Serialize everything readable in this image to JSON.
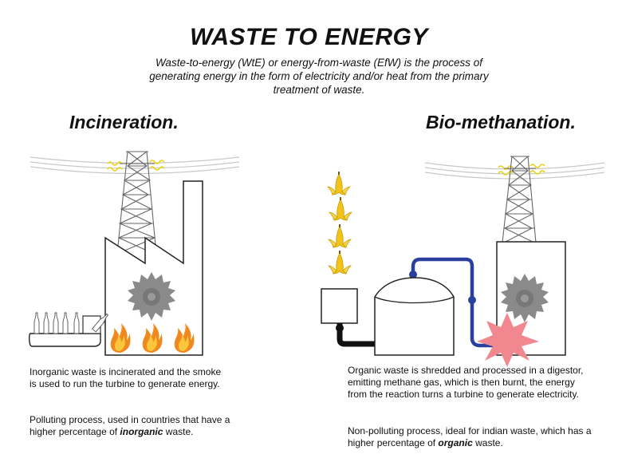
{
  "title": "WASTE TO ENERGY",
  "subtitle": "Waste-to-energy (WtE) or energy-from-waste (EfW) is the process of generating energy in  the form of electricity and/or heat from the primary treatment of waste.",
  "incineration": {
    "heading": "Incineration.",
    "desc_1": "Inorganic waste is incinerated and the smoke is used to run the turbine to generate energy.",
    "desc_2_pre": "Polluting process, used in countries that have a higher percentage of ",
    "desc_2_emph": "inorganic",
    "desc_2_post": " waste."
  },
  "biomethanation": {
    "heading": "Bio-methanation.",
    "desc_1": "Organic waste is shredded and processed in a digestor, emitting methane gas, which is then burnt, the energy from the reaction turns a turbine to generate electricity.",
    "desc_2_pre": "Non-polluting process, ideal for indian waste, which has a higher percentage of ",
    "desc_2_emph": "organic",
    "desc_2_post": " waste."
  },
  "icons": {
    "turbine": "gear-icon",
    "flame": "fire-icon",
    "waste": "banana-peel-icon",
    "explosion": "burst-icon",
    "pylon": "transmission-tower-icon",
    "bottles": "bottle-icon"
  },
  "colors": {
    "pipe": "#2b3f9e",
    "gear": "#8a8a8a",
    "burst": "#f1888f",
    "flame": "#f08a1e",
    "banana": "#f2c318",
    "spark": "#e9d21a"
  }
}
